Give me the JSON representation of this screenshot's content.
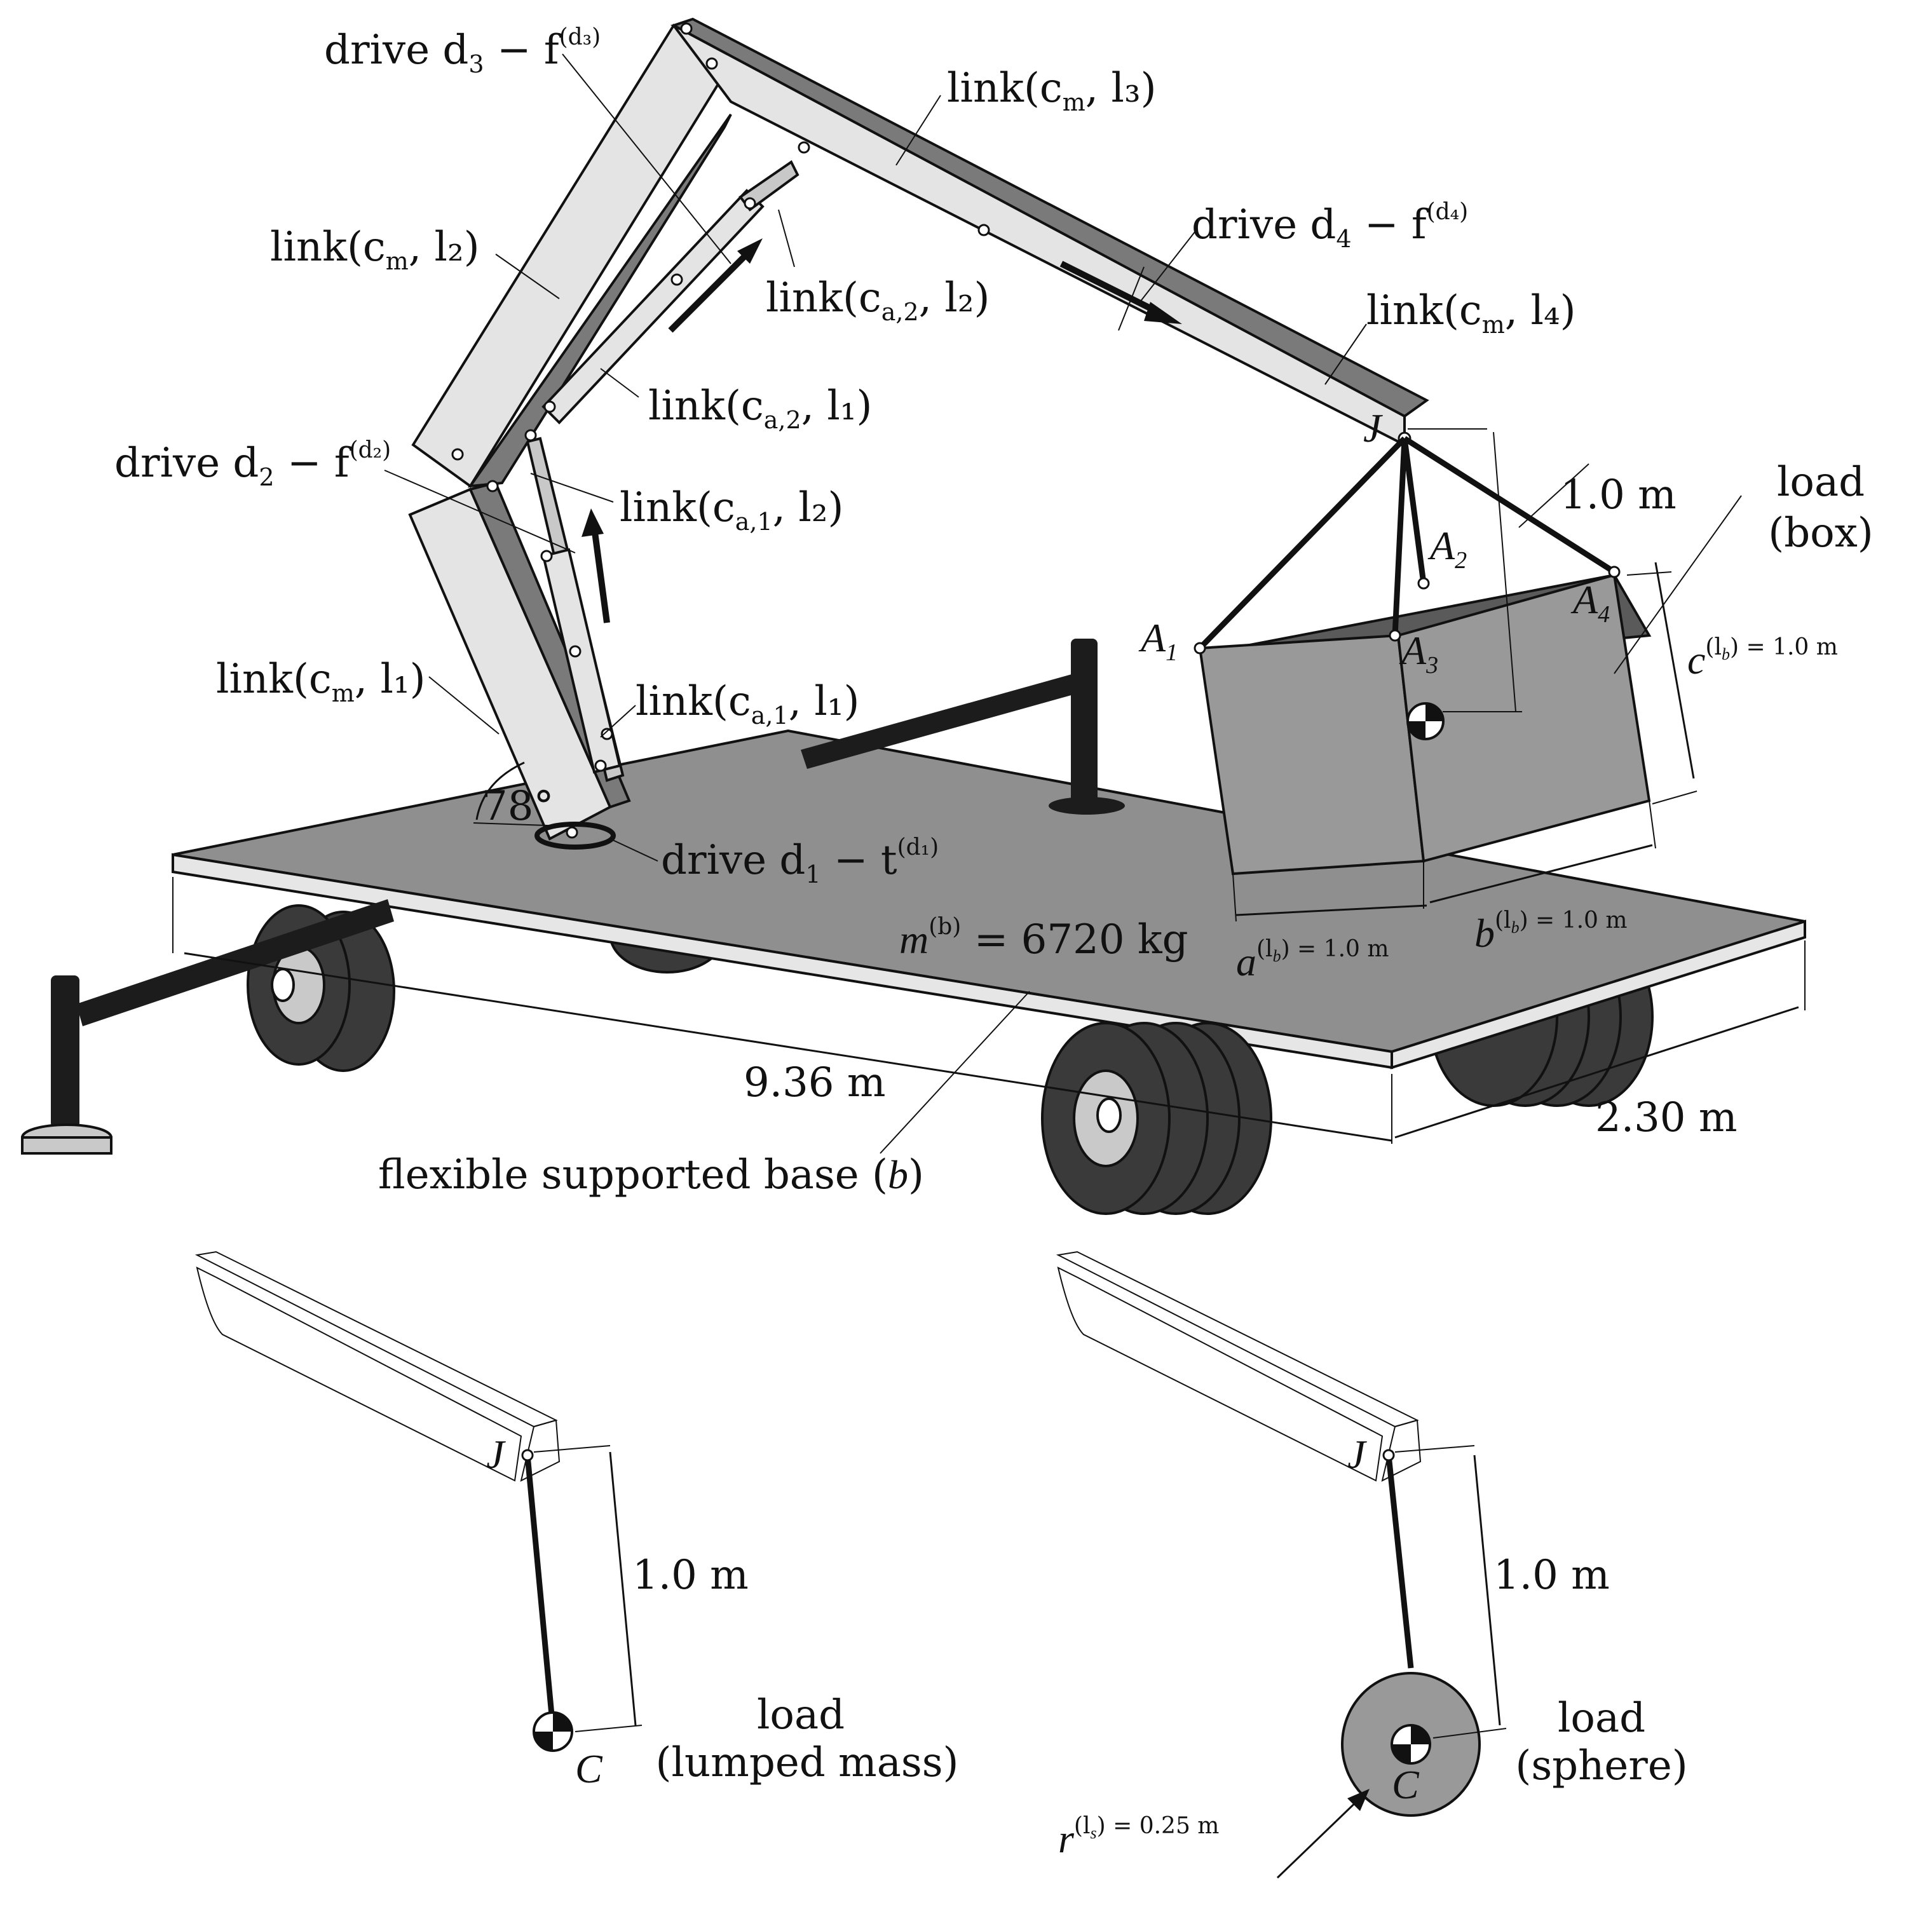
{
  "labels": {
    "drive_d3": "drive d",
    "drive_d3_sub": "3",
    "drive_d3_rest": " − f",
    "drive_d3_sup": "(d₃)",
    "link_cm_l3": "link(c",
    "link_cm_l3_sub": "m",
    "link_cm_l3_rest": ", l₃)",
    "drive_d4": "drive d",
    "drive_d4_sub": "4",
    "drive_d4_rest": " − f",
    "drive_d4_sup": "(d₄)",
    "link_cm_l2": "link(c",
    "link_cm_l2_sub": "m",
    "link_cm_l2_rest": ", l₂)",
    "link_ca2_l2": "link(c",
    "link_ca2_l2_sub": "a,2",
    "link_ca2_l2_rest": ", l₂)",
    "link_cm_l4": "link(c",
    "link_cm_l4_sub": "m",
    "link_cm_l4_rest": ", l₄)",
    "link_ca2_l1": "link(c",
    "link_ca2_l1_sub": "a,2",
    "link_ca2_l1_rest": ", l₁)",
    "drive_d2": "drive d",
    "drive_d2_sub": "2",
    "drive_d2_rest": " − f",
    "drive_d2_sup": "(d₂)",
    "link_ca1_l2": "link(c",
    "link_ca1_l2_sub": "a,1",
    "link_ca1_l2_rest": ", l₂)",
    "link_cm_l1": "link(c",
    "link_cm_l1_sub": "m",
    "link_cm_l1_rest": ", l₁)",
    "link_ca1_l1": "link(c",
    "link_ca1_l1_sub": "a,1",
    "link_ca1_l1_rest": ", l₁)",
    "drive_d1": "drive d",
    "drive_d1_sub": "1",
    "drive_d1_rest": " − t",
    "drive_d1_sup": "(d₁)",
    "angle": "78°",
    "J": "J",
    "A1": "A",
    "A1_sub": "1",
    "A2": "A",
    "A2_sub": "2",
    "A3": "A",
    "A3_sub": "3",
    "A4": "A",
    "A4_sub": "4",
    "box_len": "1.0 m",
    "load_box_1": "load",
    "load_box_2": "(box)",
    "c_lb": "c",
    "c_lb_sup": "(l",
    "c_lb_sup_sub": "b",
    "c_lb_val": ") = 1.0 m",
    "mass": "m",
    "mass_sup": "(b)",
    "mass_val": " = 6720 kg",
    "a_lb": "a",
    "a_lb_sup": "(l",
    "a_lb_sup_sub": "b",
    "a_lb_val": ") = 1.0 m",
    "b_lb": "b",
    "b_lb_sup": "(l",
    "b_lb_sup_sub": "b",
    "b_lb_val": ") = 1.0 m",
    "len_936": "9.36 m",
    "len_230": "2.30 m",
    "base_label": "flexible supported base (",
    "base_label_b": "b",
    "base_label_end": ")",
    "J_left": "J",
    "len_left": "1.0 m",
    "load_lumped_1": "load",
    "load_lumped_2": "(lumped mass)",
    "C_left": "C",
    "J_right": "J",
    "len_right": "1.0 m",
    "load_sphere_1": "load",
    "load_sphere_2": "(sphere)",
    "C_right": "C",
    "r_ls": "r",
    "r_ls_sup": "(l",
    "r_ls_sup_sub": "s",
    "r_ls_val": ") = 0.25 m"
  },
  "colors": {
    "platform": "#8f8f8f",
    "platform_edge": "#e6e6e6",
    "link_light": "#e4e4e4",
    "link_mid": "#c8c8c8",
    "link_dark": "#7a7a7a",
    "box": "#999999",
    "box_top": "#5a5a5a",
    "tire": "#3a3a3a",
    "hub": "#c9c9c9",
    "black_bar": "#1c1c1c"
  }
}
